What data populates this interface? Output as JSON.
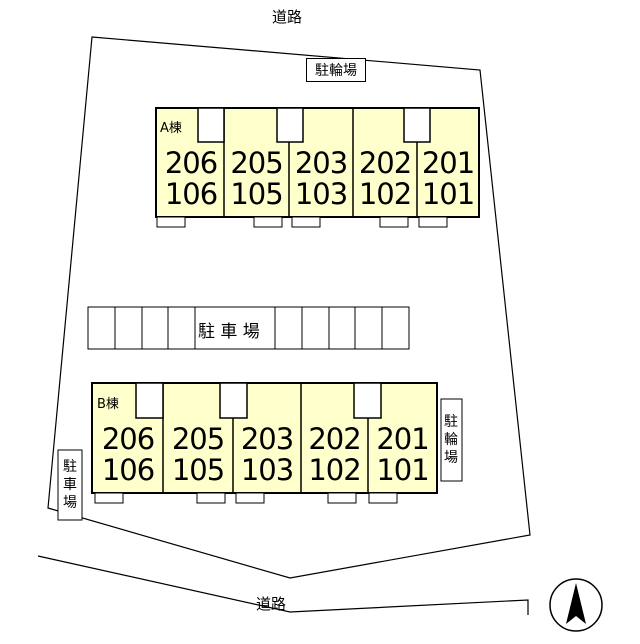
{
  "roads": {
    "north": "道路",
    "south": "道路"
  },
  "bicycle_parking_top": "駐輪場",
  "bicycle_parking_side": "駐輪場",
  "parking_center": "駐 車 場",
  "parking_left": "駐車場",
  "building_a": {
    "label": "A棟",
    "units": [
      {
        "upper": "206",
        "lower": "106"
      },
      {
        "upper": "205",
        "lower": "105"
      },
      {
        "upper": "203",
        "lower": "103"
      },
      {
        "upper": "202",
        "lower": "102"
      },
      {
        "upper": "201",
        "lower": "101"
      }
    ]
  },
  "building_b": {
    "label": "B棟",
    "units": [
      {
        "upper": "206",
        "lower": "106"
      },
      {
        "upper": "205",
        "lower": "105"
      },
      {
        "upper": "203",
        "lower": "103"
      },
      {
        "upper": "202",
        "lower": "102"
      },
      {
        "upper": "201",
        "lower": "101"
      }
    ]
  },
  "colors": {
    "unit_fill": "#ffffcc",
    "line": "#000000",
    "background": "#ffffff"
  },
  "icons": {
    "north_arrow": "north-arrow-icon"
  }
}
